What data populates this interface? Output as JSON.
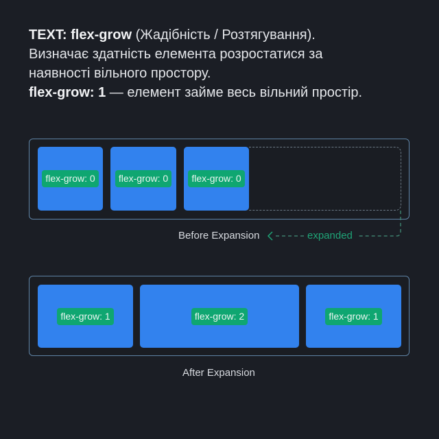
{
  "intro": {
    "line1_bold": "TEXT: flex-grow",
    "line1_rest": " (Жадібність / Розтягування).",
    "line2": "Визначає здатність елемента розростатися за",
    "line3": "наявності вільного простору.",
    "line4_bold": "flex-grow: 1",
    "line4_rest": " — елемент займе весь вільний простір."
  },
  "before": {
    "caption": "Before Expansion",
    "expanded_label": "expanded",
    "items": [
      {
        "label": "flex-grow: 0"
      },
      {
        "label": "flex-grow: 0"
      },
      {
        "label": "flex-grow: 0"
      }
    ]
  },
  "after": {
    "caption": "After Expansion",
    "items": [
      {
        "label": "flex-grow: 1"
      },
      {
        "label": "flex-grow: 2"
      },
      {
        "label": "flex-grow: 1"
      }
    ]
  },
  "colors": {
    "background": "#1B1E25",
    "item_blue": "#3282EE",
    "badge_green": "#0FA671",
    "container_border": "#5F84A6",
    "expanded_green": "#1FA477"
  }
}
